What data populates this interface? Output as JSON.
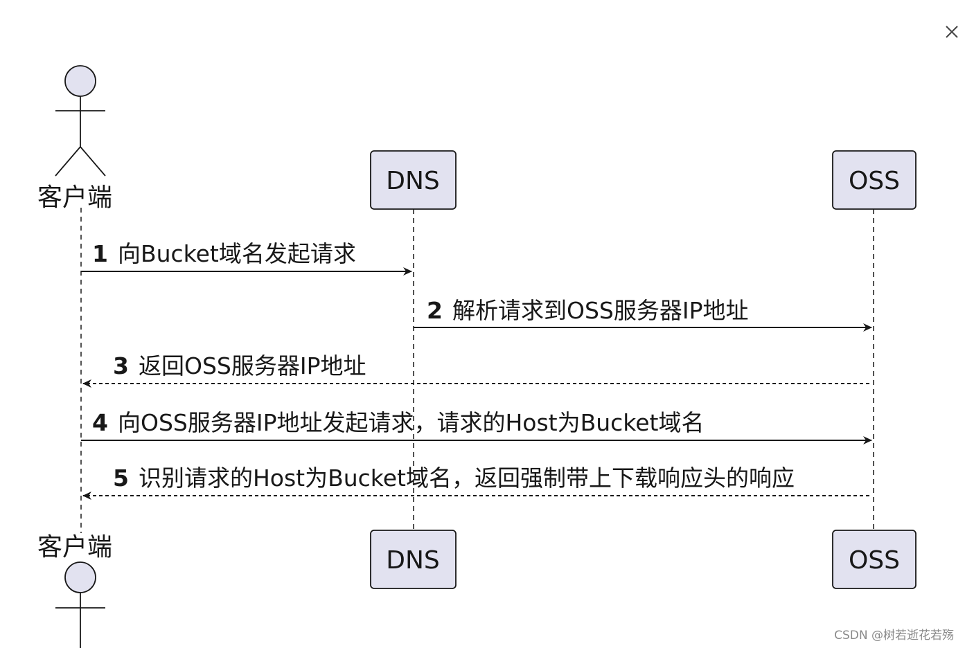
{
  "participants": {
    "client": {
      "label": "客户端"
    },
    "dns": {
      "label": "DNS"
    },
    "oss": {
      "label": "OSS"
    }
  },
  "messages": [
    {
      "num": "1",
      "text": "向Bucket域名发起请求",
      "from": "client",
      "to": "dns",
      "style": "solid"
    },
    {
      "num": "2",
      "text": "解析请求到OSS服务器IP地址",
      "from": "dns",
      "to": "oss",
      "style": "solid"
    },
    {
      "num": "3",
      "text": "返回OSS服务器IP地址",
      "from": "oss",
      "to": "client",
      "style": "dashed"
    },
    {
      "num": "4",
      "text": "向OSS服务器IP地址发起请求，请求的Host为Bucket域名",
      "from": "client",
      "to": "oss",
      "style": "solid"
    },
    {
      "num": "5",
      "text": "识别请求的Host为Bucket域名，返回强制带上下载响应头的响应",
      "from": "oss",
      "to": "client",
      "style": "dashed"
    }
  ],
  "watermark": "CSDN @树若逝花若殇",
  "colors": {
    "box_fill": "#e2e2f0",
    "box_stroke": "#181818",
    "line": "#181818",
    "text": "#181818"
  },
  "icons": {
    "close": "close-icon"
  }
}
